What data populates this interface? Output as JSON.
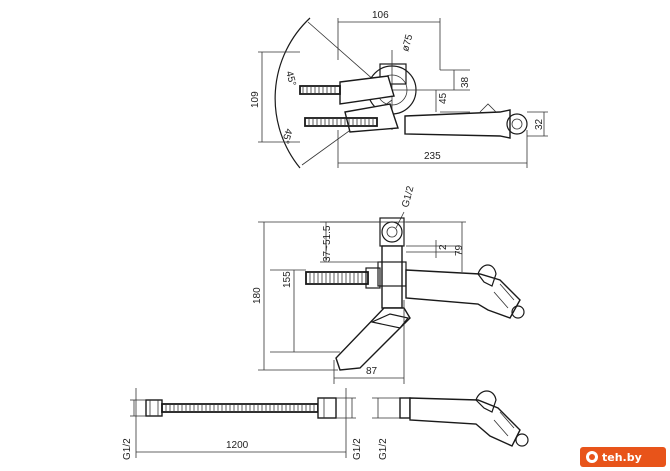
{
  "dimensions": {
    "top_width": "106",
    "top_diameter": "ø75",
    "top_angle_upper": "45°",
    "top_angle_lower": "45°",
    "top_height": "109",
    "top_38": "38",
    "top_45": "45",
    "top_32": "32",
    "top_length": "235",
    "mid_thread": "G1/2",
    "mid_range": "37~51.5",
    "mid_2": "2",
    "mid_79": "79",
    "mid_155": "155",
    "mid_180": "180",
    "mid_87": "87",
    "hose_length": "1200",
    "hose_thread_left": "G1/2",
    "hose_thread_right": "G1/2",
    "head_thread": "G1/2"
  },
  "logo": {
    "text": "teh.by"
  },
  "colors": {
    "line": "#1a1a1a",
    "logo_bg": "#e8541a"
  }
}
